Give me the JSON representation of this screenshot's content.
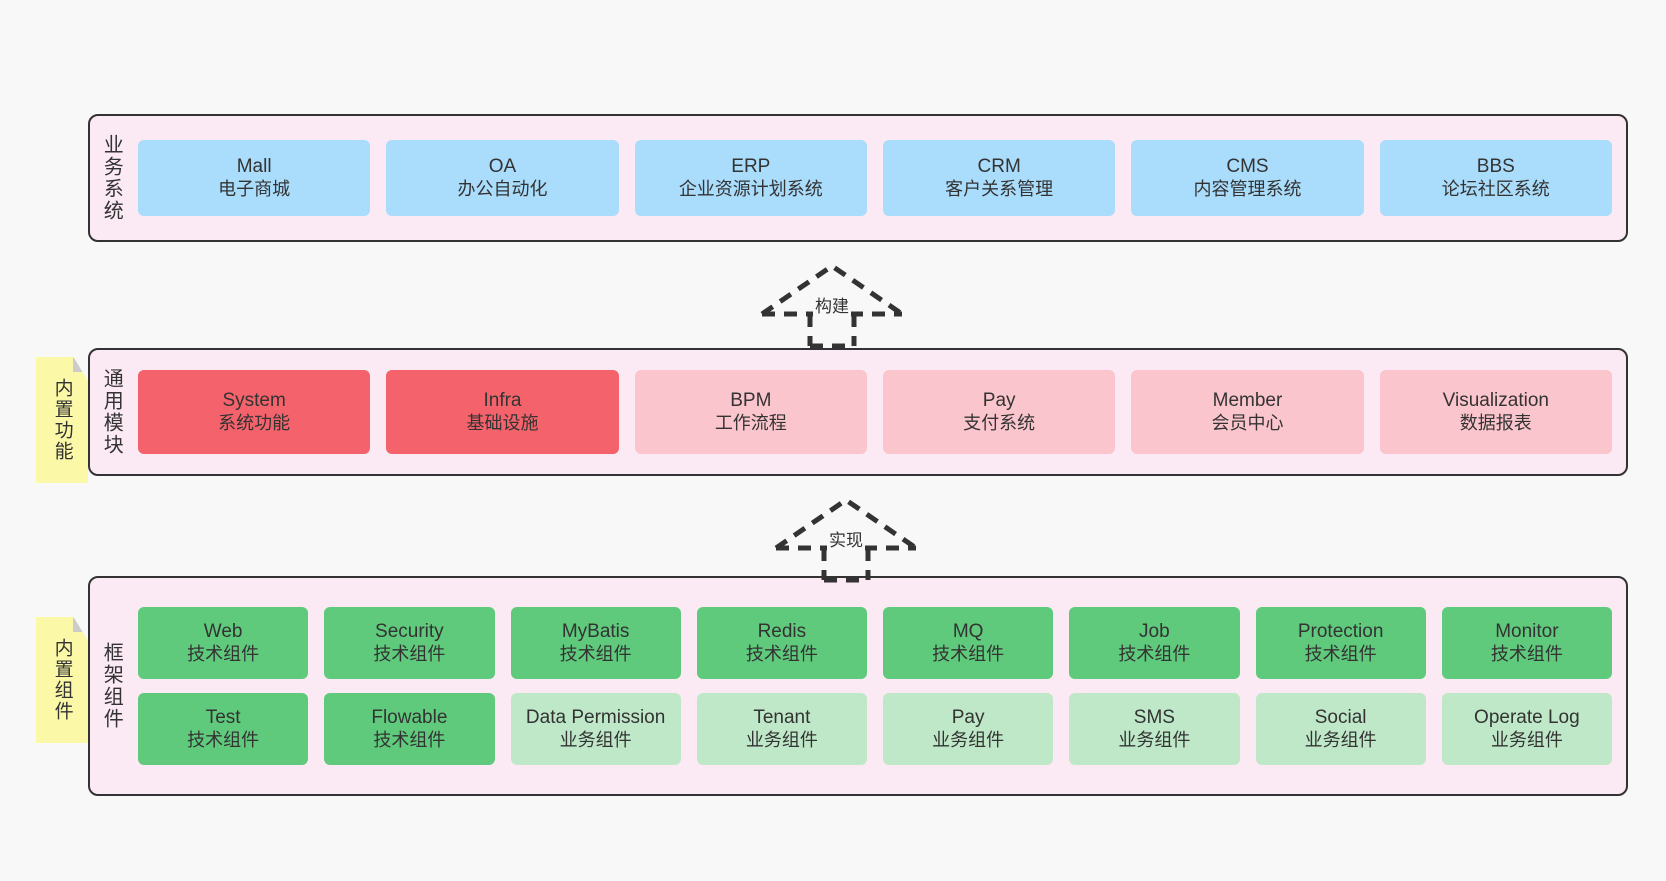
{
  "diagram": {
    "background": "#f8f8f8",
    "panel_fill": "#fbeaf4",
    "panel_border": "#333333",
    "note_fill": "#fbf8a8",
    "note_fold": "#cccccc"
  },
  "layers": [
    {
      "id": "business",
      "title": "业务系统",
      "rows": [
        {
          "nodes": [
            {
              "en": "Mall",
              "cn": "电子商城",
              "color": "#aadcfb",
              "style": "c-blue"
            },
            {
              "en": "OA",
              "cn": "办公自动化",
              "color": "#aadcfb",
              "style": "c-blue"
            },
            {
              "en": "ERP",
              "cn": "企业资源计划系统",
              "color": "#aadcfb",
              "style": "c-blue"
            },
            {
              "en": "CRM",
              "cn": "客户关系管理",
              "color": "#aadcfb",
              "style": "c-blue"
            },
            {
              "en": "CMS",
              "cn": "内容管理系统",
              "color": "#aadcfb",
              "style": "c-blue"
            },
            {
              "en": "BBS",
              "cn": "论坛社区系统",
              "color": "#aadcfb",
              "style": "c-blue"
            }
          ]
        }
      ]
    },
    {
      "id": "common-module",
      "title": "通用模块",
      "note": "内置功能",
      "rows": [
        {
          "nodes": [
            {
              "en": "System",
              "cn": "系统功能",
              "color": "#f4636b",
              "style": "c-red"
            },
            {
              "en": "Infra",
              "cn": "基础设施",
              "color": "#f4636b",
              "style": "c-red"
            },
            {
              "en": "BPM",
              "cn": "工作流程",
              "color": "#fbc5cd",
              "style": "c-pink"
            },
            {
              "en": "Pay",
              "cn": "支付系统",
              "color": "#fbc5cd",
              "style": "c-pink"
            },
            {
              "en": "Member",
              "cn": "会员中心",
              "color": "#fbc5cd",
              "style": "c-pink"
            },
            {
              "en": "Visualization",
              "cn": "数据报表",
              "color": "#fbc5cd",
              "style": "c-pink"
            }
          ]
        }
      ]
    },
    {
      "id": "framework",
      "title": "框架组件",
      "note": "内置组件",
      "rows": [
        {
          "nodes": [
            {
              "en": "Web",
              "cn": "技术组件",
              "color": "#5fc97c",
              "style": "c-green"
            },
            {
              "en": "Security",
              "cn": "技术组件",
              "color": "#5fc97c",
              "style": "c-green"
            },
            {
              "en": "MyBatis",
              "cn": "技术组件",
              "color": "#5fc97c",
              "style": "c-green"
            },
            {
              "en": "Redis",
              "cn": "技术组件",
              "color": "#5fc97c",
              "style": "c-green"
            },
            {
              "en": "MQ",
              "cn": "技术组件",
              "color": "#5fc97c",
              "style": "c-green"
            },
            {
              "en": "Job",
              "cn": "技术组件",
              "color": "#5fc97c",
              "style": "c-green"
            },
            {
              "en": "Protection",
              "cn": "技术组件",
              "color": "#5fc97c",
              "style": "c-green"
            },
            {
              "en": "Monitor",
              "cn": "技术组件",
              "color": "#5fc97c",
              "style": "c-green"
            }
          ]
        },
        {
          "nodes": [
            {
              "en": "Test",
              "cn": "技术组件",
              "color": "#5fc97c",
              "style": "c-green"
            },
            {
              "en": "Flowable",
              "cn": "技术组件",
              "color": "#5fc97c",
              "style": "c-green"
            },
            {
              "en": "Data Permission",
              "cn": "业务组件",
              "color": "#bfe8c8",
              "style": "c-lightgreen"
            },
            {
              "en": "Tenant",
              "cn": "业务组件",
              "color": "#bfe8c8",
              "style": "c-lightgreen"
            },
            {
              "en": "Pay",
              "cn": "业务组件",
              "color": "#bfe8c8",
              "style": "c-lightgreen"
            },
            {
              "en": "SMS",
              "cn": "业务组件",
              "color": "#bfe8c8",
              "style": "c-lightgreen"
            },
            {
              "en": "Social",
              "cn": "业务组件",
              "color": "#bfe8c8",
              "style": "c-lightgreen"
            },
            {
              "en": "Operate Log",
              "cn": "业务组件",
              "color": "#bfe8c8",
              "style": "c-lightgreen"
            }
          ]
        }
      ]
    }
  ],
  "connectors": [
    {
      "id": "build",
      "label": "构建"
    },
    {
      "id": "implement",
      "label": "实现"
    }
  ]
}
